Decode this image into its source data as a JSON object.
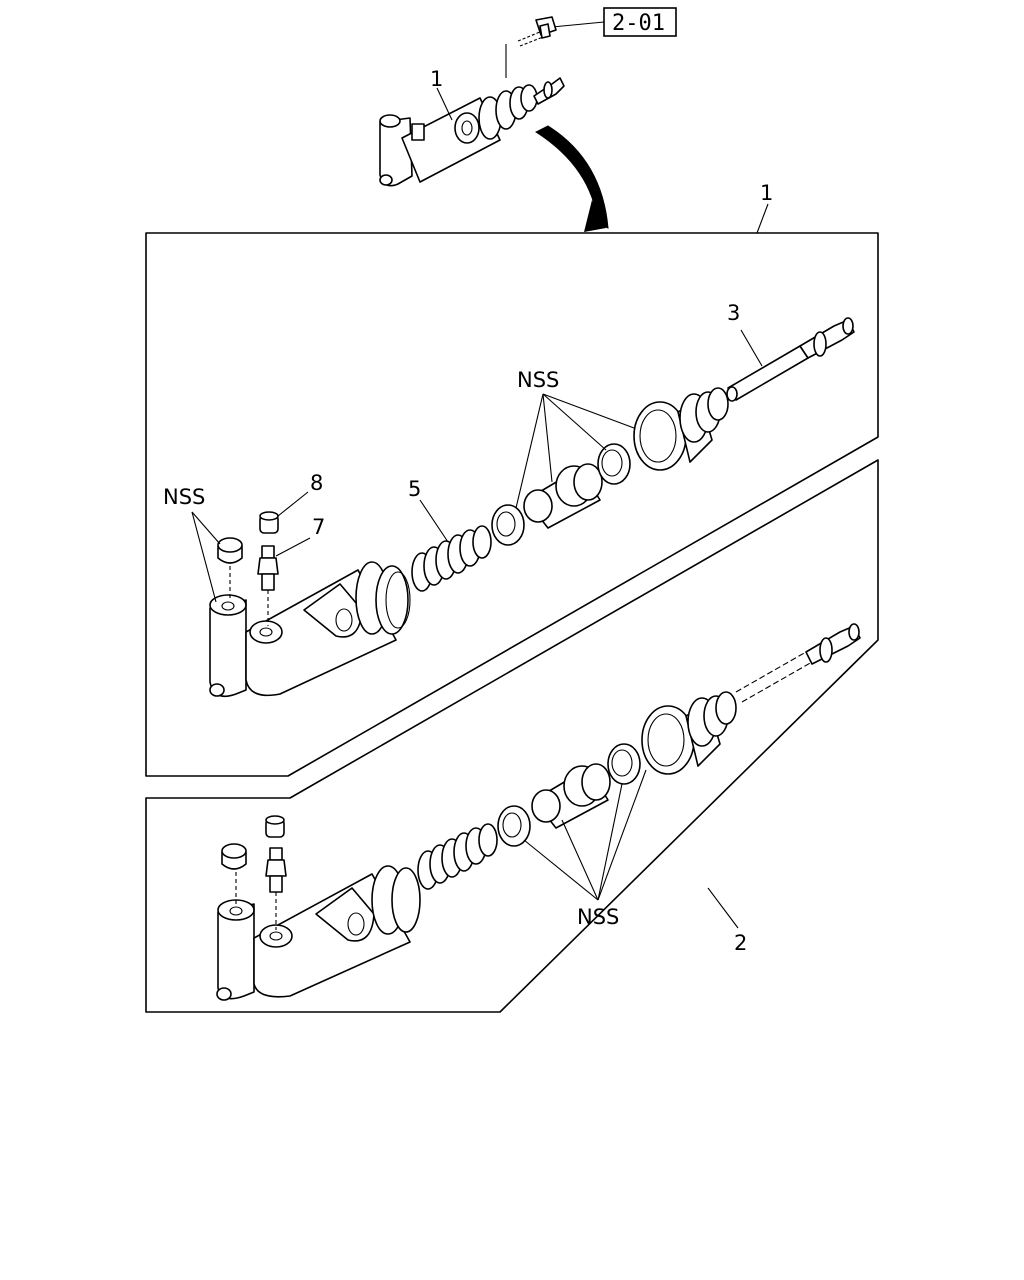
{
  "reference_box": "2-01",
  "callouts": {
    "top_assembly": "1",
    "assembly_1": "1",
    "assembly_2": "2",
    "push_rod": "3",
    "spring": "5",
    "bleeder_screw": "7",
    "bleeder_cap": "8",
    "nss_upper_seals": "NSS",
    "nss_dust_cap": "NSS",
    "nss_lower_seals": "NSS"
  }
}
